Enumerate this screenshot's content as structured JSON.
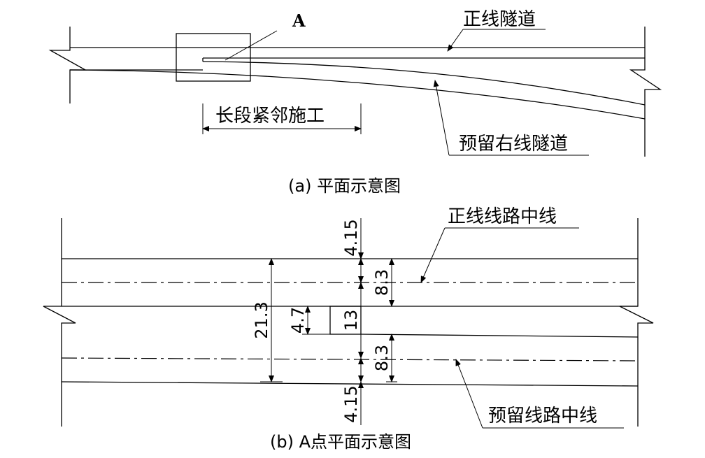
{
  "panel_a": {
    "marker_a": "A",
    "main_tunnel": "正线隧道",
    "adjacent_span": "长段紧邻施工",
    "reserved_tunnel": "预留右线隧道",
    "caption": "(a) 平面示意图"
  },
  "panel_b": {
    "main_centerline": "正线线路中线",
    "reserved_centerline": "预留线路中线",
    "dim_top_offset": "4.15",
    "dim_upper_half": "8.3",
    "dim_total_width": "21.3",
    "dim_pillar_width": "4.7",
    "dim_span": "13",
    "dim_lower_half": "8.3",
    "dim_bottom_offset": "4.15",
    "caption": "(b) A点平面示意图"
  }
}
